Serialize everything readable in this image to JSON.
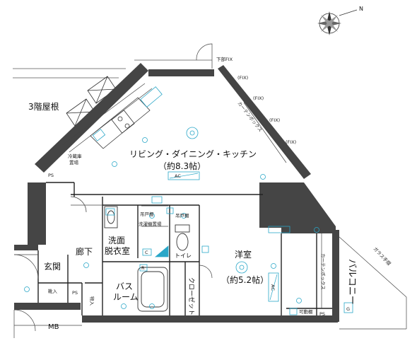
{
  "rooms": {
    "roof": "3階屋根",
    "ldk": "リビング・ダイニング・キッチン",
    "ldk_size": "（約8.3帖）",
    "bedroom": "洋室",
    "bedroom_size": "（約5.2帖）",
    "washroom_1": "洗面",
    "washroom_2": "脱衣室",
    "corridor": "廊下",
    "entrance": "玄関",
    "bath_1": "バス",
    "bath_2": "ルーム",
    "toilet": "トイレ",
    "closet": "クローゼット",
    "balcony": "バルコニー",
    "mb": "MB"
  },
  "small_labels": {
    "fridge_1": "冷蔵庫",
    "fridge_2": "置場",
    "ps_left": "PS",
    "ps_entry": "PS",
    "ps_balcony": "PS",
    "cupboard_1": "吊戸棚",
    "cupboard_2": "吊戸棚",
    "washer": "洗濯機置場",
    "shoe": "靴入",
    "storage": "物入",
    "movable_shelf": "可動棚",
    "curtain_box_ldk": "カーテンボックス",
    "curtain_box_bed": "カーテンボックス",
    "glass_rail": "ガラス手摺",
    "ac_ldk": "AC",
    "ac_bed": "AC",
    "g_mark": "G",
    "c_mark": "C",
    "r_mark": "R"
  },
  "fix_labels": [
    "下部FIX",
    "(FIX)",
    "(FIX)",
    "(FIX)",
    "(FIX)"
  ],
  "compass": {
    "north": "N"
  },
  "colors": {
    "wall": "#454545",
    "line": "#222222",
    "fixture": "#2aa7c8",
    "paper": "#ffffff"
  }
}
